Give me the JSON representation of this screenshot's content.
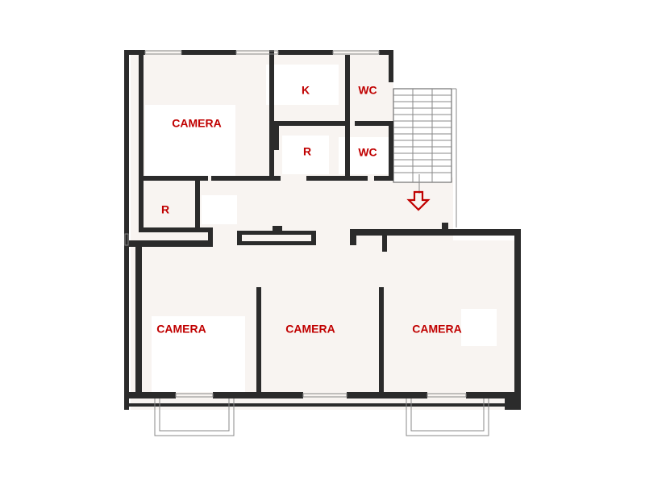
{
  "rooms": {
    "camera_top_left": "CAMERA",
    "kitchen": "K",
    "wc_top": "WC",
    "storage_middle": "R",
    "wc_middle": "WC",
    "storage_left": "R",
    "camera_bottom_left": "CAMERA",
    "camera_bottom_middle": "CAMERA",
    "camera_bottom_right": "CAMERA"
  },
  "colors": {
    "label": "#c00000",
    "wall": "#2b2b2b",
    "floor": "#f8f4f1"
  },
  "icons": {
    "entrance": "entrance-arrow-icon"
  }
}
